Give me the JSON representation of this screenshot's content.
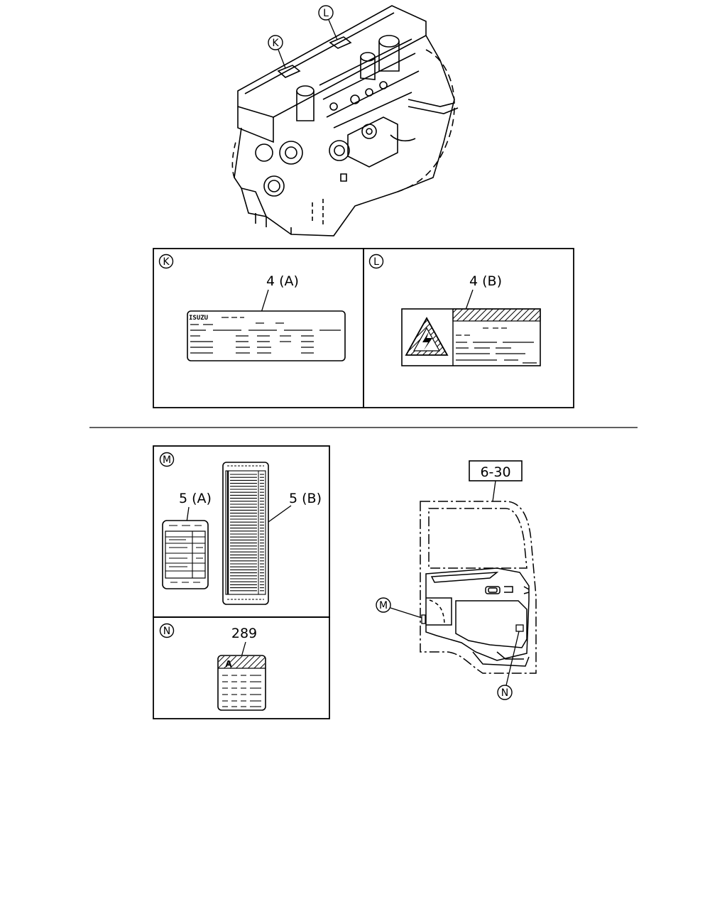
{
  "callouts": {
    "K": "K",
    "L": "L",
    "M": "M",
    "N": "N"
  },
  "parts": {
    "label_4a": "4 (A)",
    "label_4b": "4 (B)",
    "label_5a": "5 (A)",
    "label_5b": "5 (B)",
    "label_289": "289",
    "ref_box": "6-30"
  },
  "plate_logo": "ISUZU",
  "warning_mark": "A"
}
